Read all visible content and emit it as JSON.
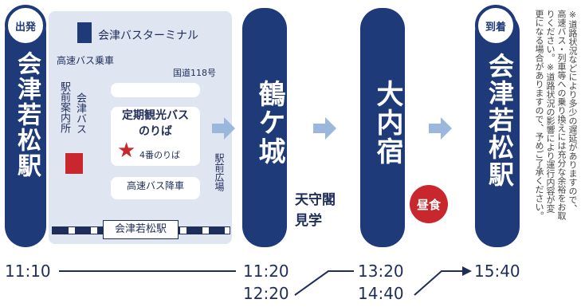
{
  "stops": [
    {
      "badge": "出発",
      "name": "会津若松駅"
    },
    {
      "name": "鶴ケ城"
    },
    {
      "name": "大内宿"
    },
    {
      "badge": "到着",
      "name": "会津若松駅"
    }
  ],
  "map": {
    "terminal": "会津バスターミナル",
    "highway_boarding": "高速バス乗車",
    "route": "国道118号",
    "info_center": "駅前案内所",
    "aizu_bus": "会津バス",
    "tour_bus": "定期観光バス",
    "stop_label": "のりば",
    "platform": "4番のりば",
    "station_plaza": "駅前広場",
    "highway_alight": "高速バス降車",
    "station": "会津若松駅"
  },
  "activity": {
    "line1": "天守閣",
    "line2": "見学"
  },
  "lunch": "昼食",
  "times": {
    "t1": "11:10",
    "t2a": "11:20",
    "t2b": "12:20",
    "t3a": "13:20",
    "t3b": "14:40",
    "t4": "15:40"
  },
  "notes": [
    "※道路状況などにより多少の遅延がありますので、",
    "高速バス・列車等への乗り換えには充分な余裕をお取",
    "りください。※道路状況の影響により運行内容が変",
    "更になる場合がありますので、予めご了承ください。"
  ],
  "colors": {
    "navy": "#1f3a78",
    "red": "#c7272d",
    "arrow": "#9cb7dc",
    "map_bg": "#dfe6f2"
  }
}
